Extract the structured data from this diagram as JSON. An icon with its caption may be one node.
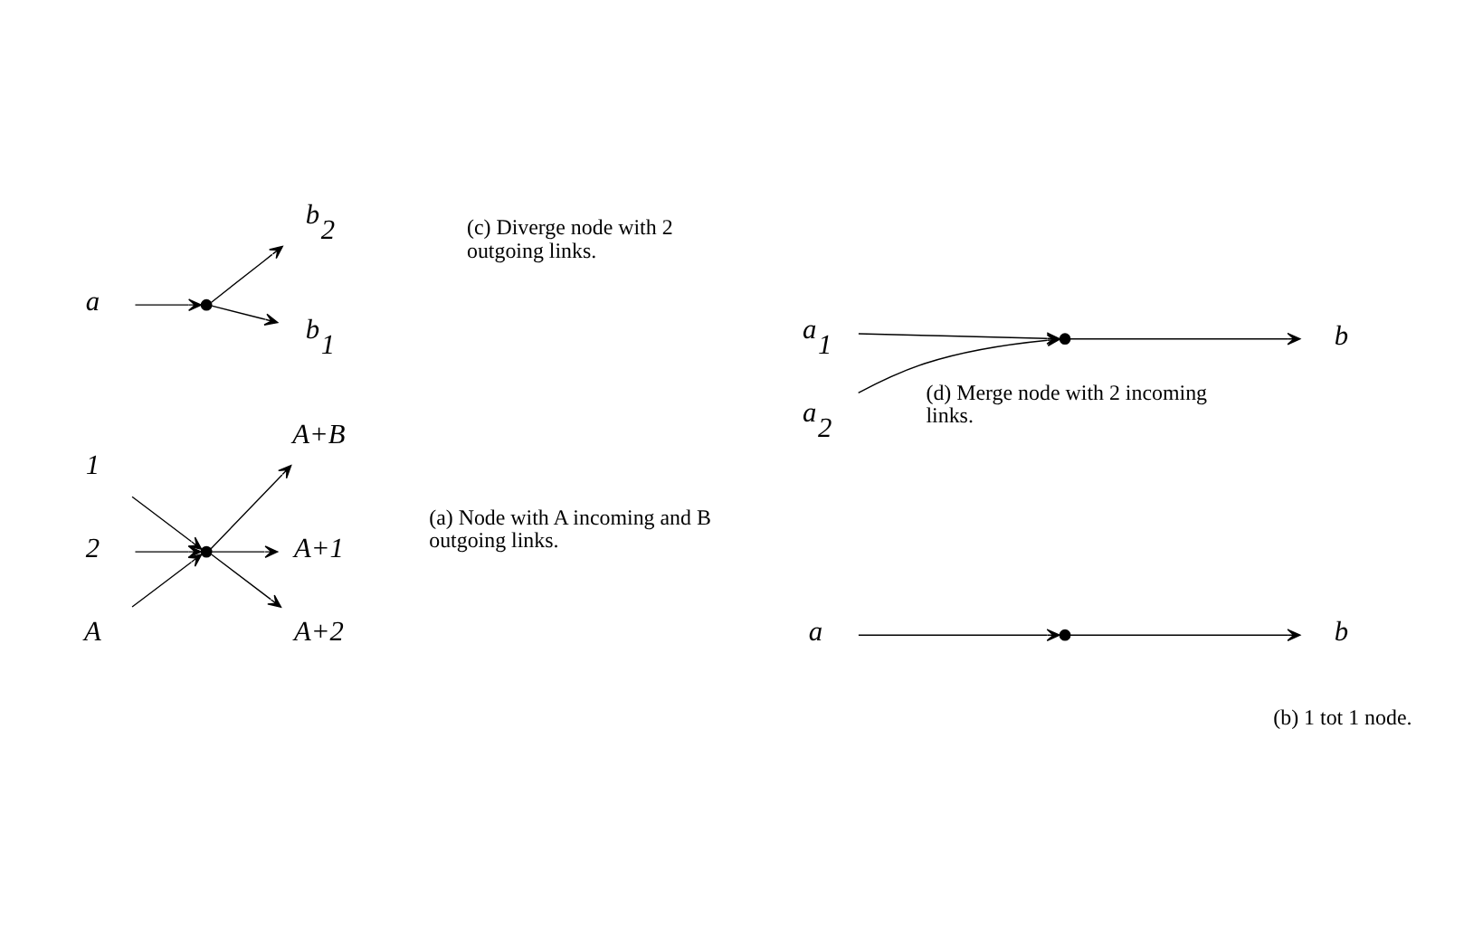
{
  "diagram": {
    "nodes": [
      {
        "text": [
          "1"
        ]
      },
      {
        "text": [
          "2"
        ]
      },
      {
        "text": [
          "A"
        ]
      },
      {
        "text": [],
        "shape": "circle"
      },
      {
        "text": [
          "A+1"
        ]
      },
      {
        "text": [
          "A+2"
        ]
      },
      {
        "text": [
          "A+B"
        ]
      },
      {
        "text": [
          "a"
        ]
      },
      {
        "text": [],
        "shape": "circle"
      },
      {
        "text": [
          "b"
        ]
      },
      {
        "text": [
          "a"
        ]
      },
      {
        "text": [],
        "shape": "circle"
      },
      {
        "text": [
          "b$_{1}$"
        ]
      },
      {
        "text": [
          "b$_{2}$"
        ]
      },
      {
        "text": [
          "a$_{1}$"
        ]
      },
      {
        "text": [
          "a$_{2}$"
        ]
      },
      {
        "text": [],
        "shape": "circle"
      },
      {
        "text": [
          "b"
        ]
      }
    ],
    "edges": [
      {
        "from": 0,
        "to": 3,
        "arrow": "to"
      },
      {
        "from": 1,
        "to": 3,
        "arrow": "to"
      },
      {
        "from": 2,
        "to": 3,
        "arrow": "to"
      },
      {
        "from": 3,
        "to": 4,
        "arrow": "to"
      },
      {
        "from": 3,
        "to": 5,
        "arrow": "to"
      },
      {
        "from": 3,
        "to": 6,
        "arrow": "to"
      },
      {
        "from": 7,
        "to": 8,
        "arrow": "to"
      },
      {
        "from": 8,
        "to": 9,
        "arrow": "to"
      },
      {
        "from": 10,
        "to": 11,
        "arrow": "to"
      },
      {
        "from": 11,
        "to": 12,
        "arrow": "to"
      },
      {
        "from": 11,
        "to": 13,
        "arrow": "to"
      },
      {
        "from": 14,
        "to": 16,
        "arrow": "to"
      },
      {
        "from": 15,
        "to": 16,
        "arrow": "to"
      },
      {
        "from": 16,
        "to": 17,
        "arrow": "to"
      }
    ],
    "labels": [
      "(a) Node with A incoming and B outgoing links.",
      "(b) 1 tot 1 node.",
      "(c) Diverge node with 2 outgoing links.",
      "(d) Merge node with 2 incoming links."
    ]
  }
}
